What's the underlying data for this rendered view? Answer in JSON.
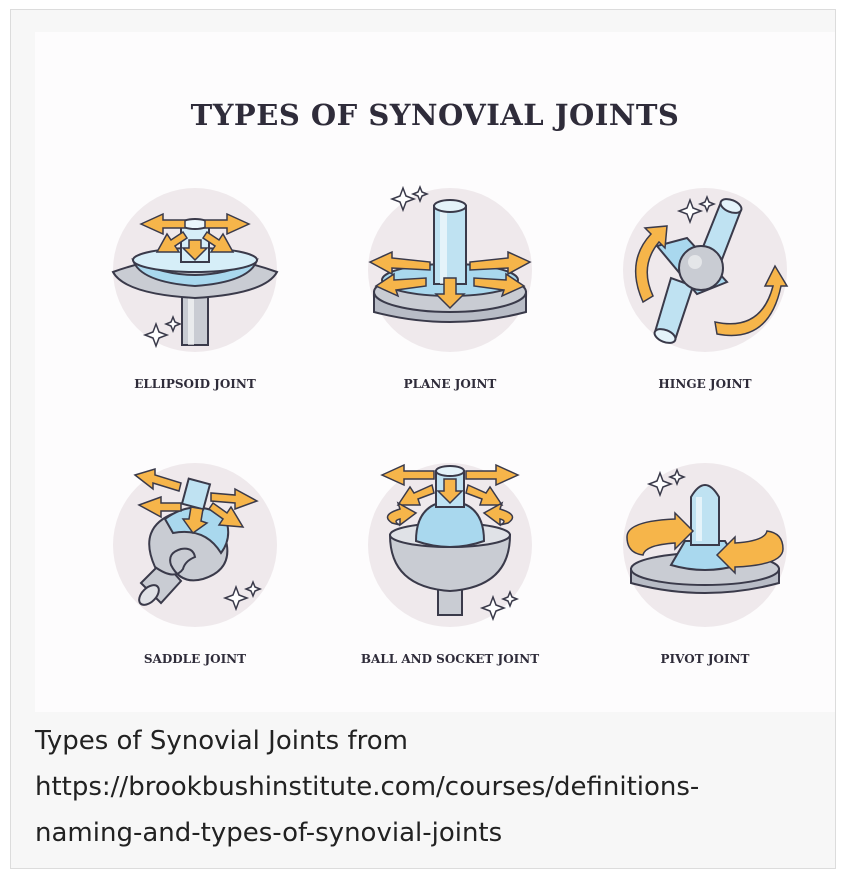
{
  "figure": {
    "title": "TYPES OF SYNOVIAL JOINTS",
    "joints": [
      {
        "label": "ELLIPSOID JOINT",
        "icon": "ellipsoid-joint-icon"
      },
      {
        "label": "PLANE JOINT",
        "icon": "plane-joint-icon"
      },
      {
        "label": "HINGE JOINT",
        "icon": "hinge-joint-icon"
      },
      {
        "label": "SADDLE JOINT",
        "icon": "saddle-joint-icon"
      },
      {
        "label": "BALL AND SOCKET JOINT",
        "icon": "ball-and-socket-joint-icon"
      },
      {
        "label": "PIVOT JOINT",
        "icon": "pivot-joint-icon"
      }
    ]
  },
  "caption": {
    "line1": "Types of Synovial Joints from",
    "line2": "https://brookbushinstitute.com/courses/definitions-",
    "line3": "naming-and-types-of-synovial-joints"
  },
  "colors": {
    "background_circle": "#efe9ec",
    "joint_blue": "#a9d8ee",
    "joint_gray": "#c9ccd3",
    "arrow_orange": "#f6b54a",
    "outline": "#3a3a4a",
    "title_text": "#2f2c3a"
  }
}
